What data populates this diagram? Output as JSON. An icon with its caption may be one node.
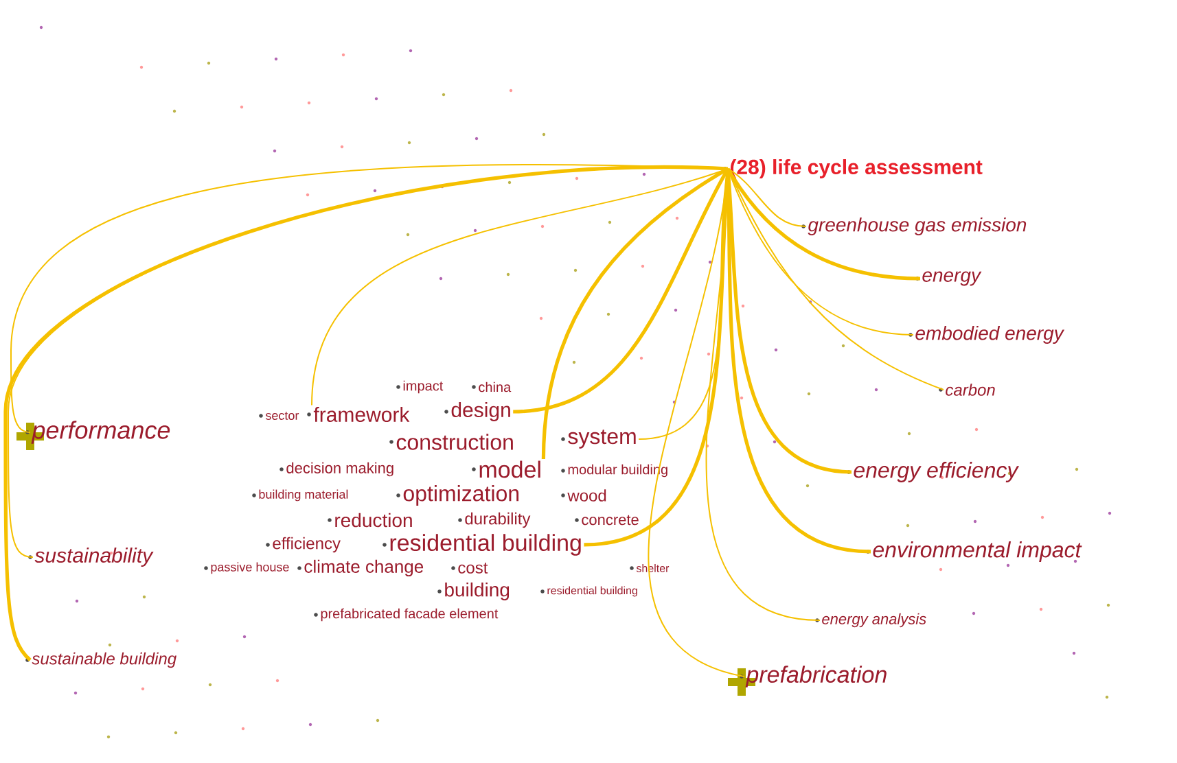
{
  "diagram": {
    "nodes": [
      {
        "text": [
          "(28) life cycle assessment"
        ]
      },
      {
        "text": [
          "greenhouse gas emission"
        ]
      },
      {
        "text": [
          "energy"
        ]
      },
      {
        "text": [
          "embodied energy"
        ]
      },
      {
        "text": [
          "carbon"
        ]
      },
      {
        "text": [
          "performance"
        ]
      },
      {
        "text": [
          "energy efficiency"
        ]
      },
      {
        "text": [
          "sustainability"
        ]
      },
      {
        "text": [
          "environmental impact"
        ]
      },
      {
        "text": [
          "energy analysis"
        ]
      },
      {
        "text": [
          "sustainable building"
        ]
      },
      {
        "text": [
          "prefabrication"
        ]
      },
      {
        "text": [
          "impact"
        ]
      },
      {
        "text": [
          "china"
        ]
      },
      {
        "text": [
          "sector"
        ]
      },
      {
        "text": [
          "framework"
        ]
      },
      {
        "text": [
          "design"
        ]
      },
      {
        "text": [
          "construction"
        ]
      },
      {
        "text": [
          "system"
        ]
      },
      {
        "text": [
          "decision making"
        ]
      },
      {
        "text": [
          "model"
        ]
      },
      {
        "text": [
          "modular building"
        ]
      },
      {
        "text": [
          "building material"
        ]
      },
      {
        "text": [
          "optimization"
        ]
      },
      {
        "text": [
          "wood"
        ]
      },
      {
        "text": [
          "reduction"
        ]
      },
      {
        "text": [
          "durability"
        ]
      },
      {
        "text": [
          "efficiency"
        ]
      },
      {
        "text": [
          "residential building"
        ]
      },
      {
        "text": [
          "concrete"
        ]
      },
      {
        "text": [
          "passive house"
        ]
      },
      {
        "text": [
          "climate change"
        ]
      },
      {
        "text": [
          "cost"
        ]
      },
      {
        "text": [
          "shelter"
        ]
      },
      {
        "text": [
          "building"
        ]
      },
      {
        "text": [
          "residential building"
        ]
      },
      {
        "text": [
          "prefabricated facade element"
        ]
      }
    ],
    "edges": [
      {
        "from": 0,
        "to": 1,
        "arrow": "none"
      },
      {
        "from": 0,
        "to": 2,
        "arrow": "none",
        "style": "thick"
      },
      {
        "from": 0,
        "to": 3,
        "arrow": "none"
      },
      {
        "from": 0,
        "to": 4,
        "arrow": "none"
      },
      {
        "from": 0,
        "to": 5,
        "arrow": "none"
      },
      {
        "from": 0,
        "to": 6,
        "arrow": "none",
        "style": "thick"
      },
      {
        "from": 0,
        "to": 7,
        "arrow": "none"
      },
      {
        "from": 0,
        "to": 8,
        "arrow": "none",
        "style": "thick"
      },
      {
        "from": 0,
        "to": 9,
        "arrow": "none"
      },
      {
        "from": 0,
        "to": 10,
        "arrow": "none",
        "style": "thick"
      },
      {
        "from": 0,
        "to": 11,
        "arrow": "none"
      },
      {
        "from": 0,
        "to": 15,
        "arrow": "none"
      },
      {
        "from": 0,
        "to": 16,
        "arrow": "none",
        "style": "thick"
      },
      {
        "from": 0,
        "to": 18,
        "arrow": "none"
      },
      {
        "from": 0,
        "to": 20,
        "arrow": "none",
        "style": "thick"
      },
      {
        "from": 0,
        "to": 28,
        "arrow": "none",
        "style": "thick"
      }
    ]
  }
}
